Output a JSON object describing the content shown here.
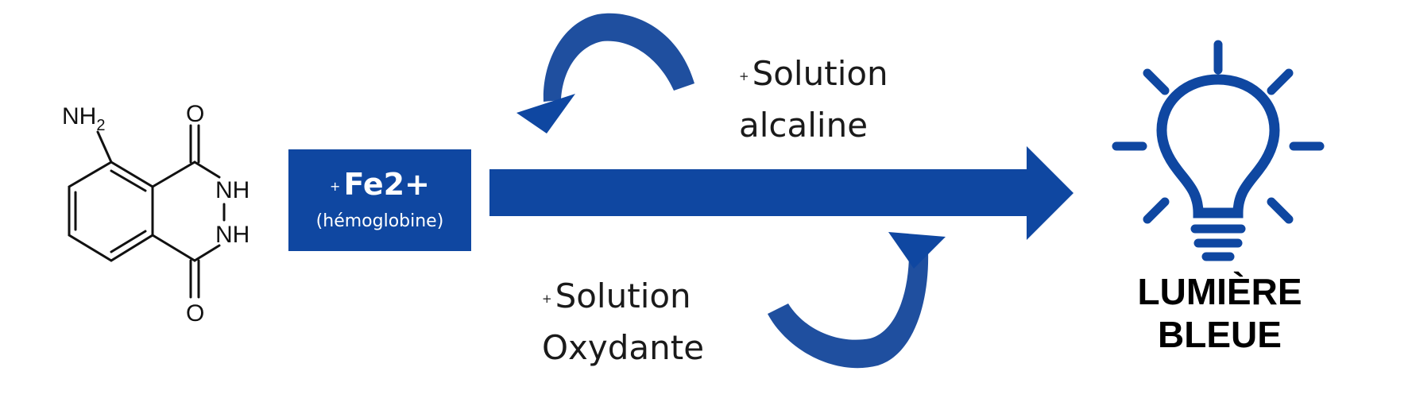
{
  "molecule": {
    "amine": "NH",
    "amine_sub": "2",
    "oxygen_top": "O",
    "nh_upper": "NH",
    "nh_lower": "NH",
    "oxygen_bottom": "O"
  },
  "catalyst": {
    "plus": "+",
    "title": "Fe2+",
    "subtitle": "(hémoglobine)"
  },
  "reagent_top": {
    "plus": "+",
    "line1": "Solution",
    "line2": "alcaline"
  },
  "reagent_bottom": {
    "plus": "+",
    "line1": "Solution",
    "line2": "Oxydante"
  },
  "result": {
    "line1": "LUMIÈRE",
    "line2": "BLEUE",
    "icon": "lightbulb-icon"
  },
  "colors": {
    "primary_blue": "#0f47a1",
    "curved_arrow_blue": "#1f4f9f",
    "text": "#1a1a1a"
  }
}
